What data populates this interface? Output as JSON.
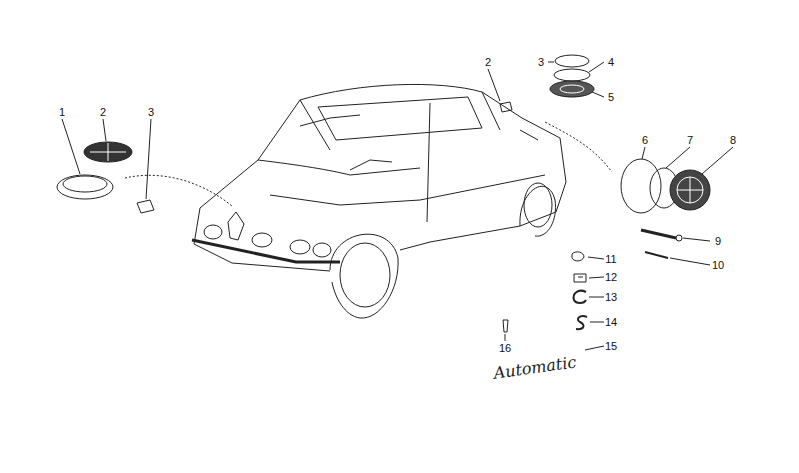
{
  "diagram": {
    "labels": [
      "1",
      "2",
      "3",
      "2",
      "3",
      "4",
      "5",
      "6",
      "7",
      "8",
      "9",
      "10",
      "11",
      "12",
      "13",
      "14",
      "16",
      "15",
      "Automatic"
    ]
  }
}
